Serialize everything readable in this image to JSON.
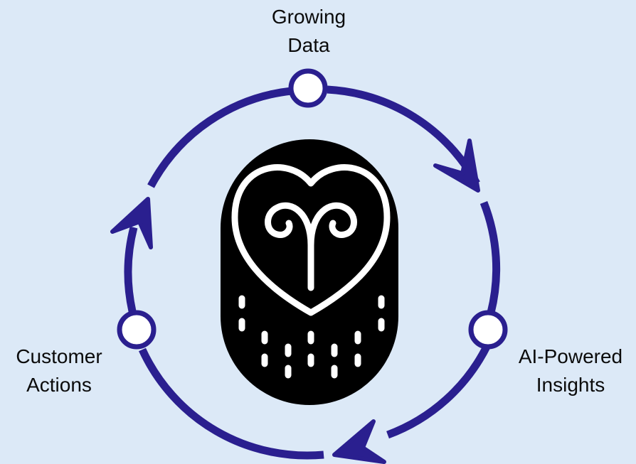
{
  "diagram": {
    "nodes": [
      {
        "id": "growing-data",
        "label_line1": "Growing",
        "label_line2": "Data"
      },
      {
        "id": "ai-insights",
        "label_line1": "AI-Powered",
        "label_line2": "Insights"
      },
      {
        "id": "customer-actions",
        "label_line1": "Customer",
        "label_line2": "Actions"
      }
    ],
    "colors": {
      "background": "#dce9f7",
      "cycle_ring": "#2a1f8f",
      "node_fill": "#ffffff",
      "logo_body": "#000000",
      "logo_line": "#ffffff"
    },
    "center_logo_icon": "owl-face-icon"
  }
}
